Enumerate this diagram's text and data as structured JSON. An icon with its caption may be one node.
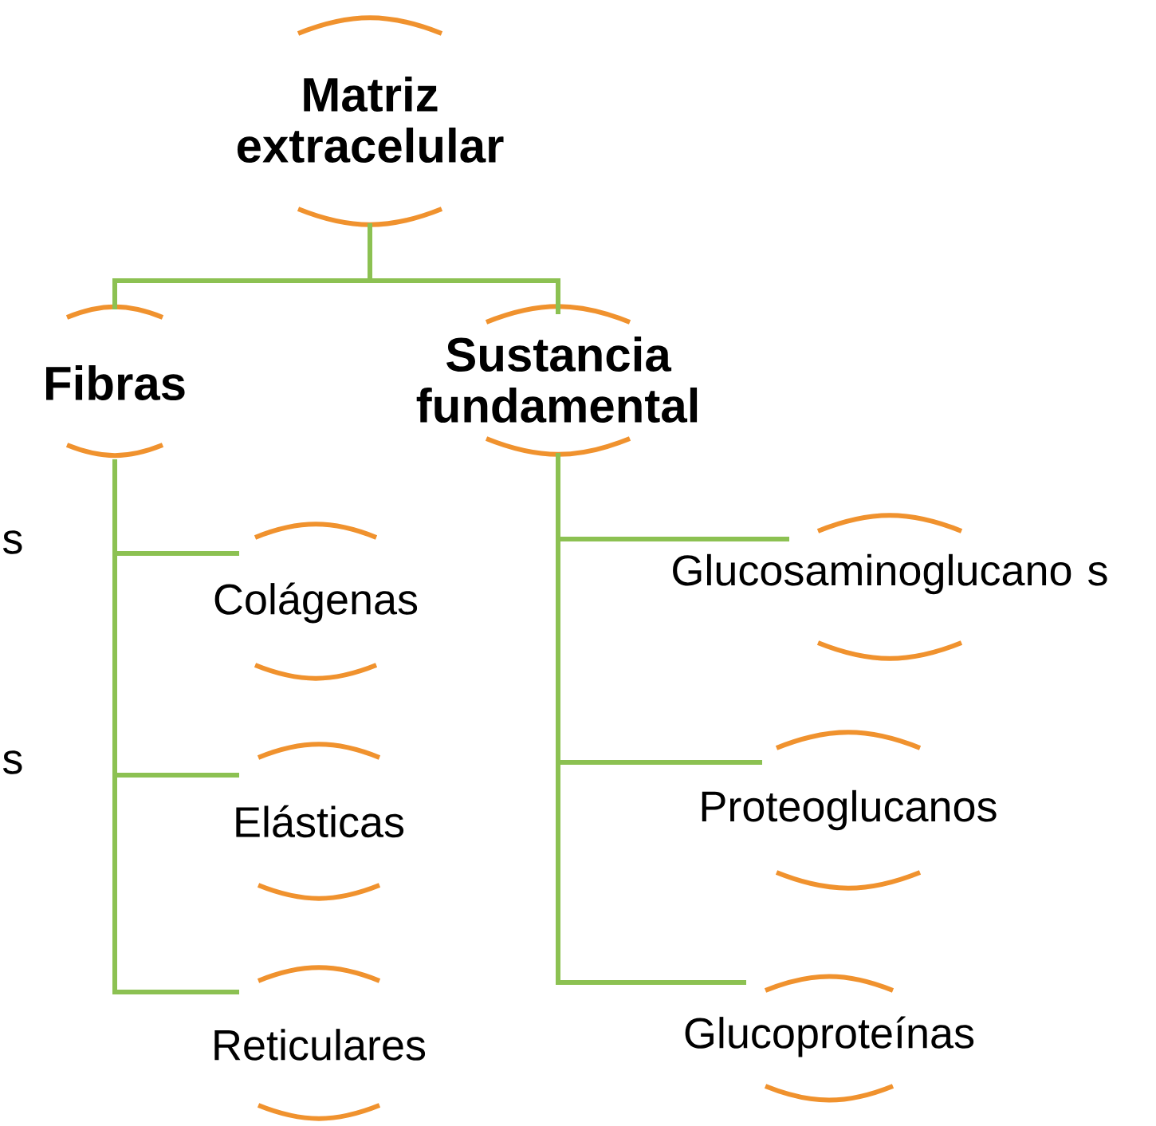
{
  "diagram": {
    "nodes": [
      {
        "text": [
          "Matriz extracelular"
        ]
      },
      {
        "text": [
          "Fibras"
        ]
      },
      {
        "text": [
          "Sustancia fundamental"
        ]
      },
      {
        "text": [
          "Colágenas"
        ]
      },
      {
        "text": [
          "Elásticas"
        ]
      },
      {
        "text": [
          "Reticulares"
        ]
      },
      {
        "text": [
          "Glucosaminoglucano s"
        ]
      },
      {
        "text": [
          "Proteoglucanos"
        ]
      },
      {
        "text": [
          "Glucoproteínas"
        ]
      }
    ],
    "edges": [
      {
        "from": 0,
        "to": 1,
        "arrow": "none"
      },
      {
        "from": 0,
        "to": 2,
        "arrow": "none"
      },
      {
        "from": 1,
        "to": 3,
        "arrow": "none"
      },
      {
        "from": 1,
        "to": 4,
        "arrow": "none"
      },
      {
        "from": 1,
        "to": 5,
        "arrow": "none"
      },
      {
        "from": 2,
        "to": 6,
        "arrow": "none"
      },
      {
        "from": 2,
        "to": 7,
        "arrow": "none"
      },
      {
        "from": 2,
        "to": 8,
        "arrow": "none"
      }
    ],
    "labels": [
      "s",
      "s"
    ]
  }
}
